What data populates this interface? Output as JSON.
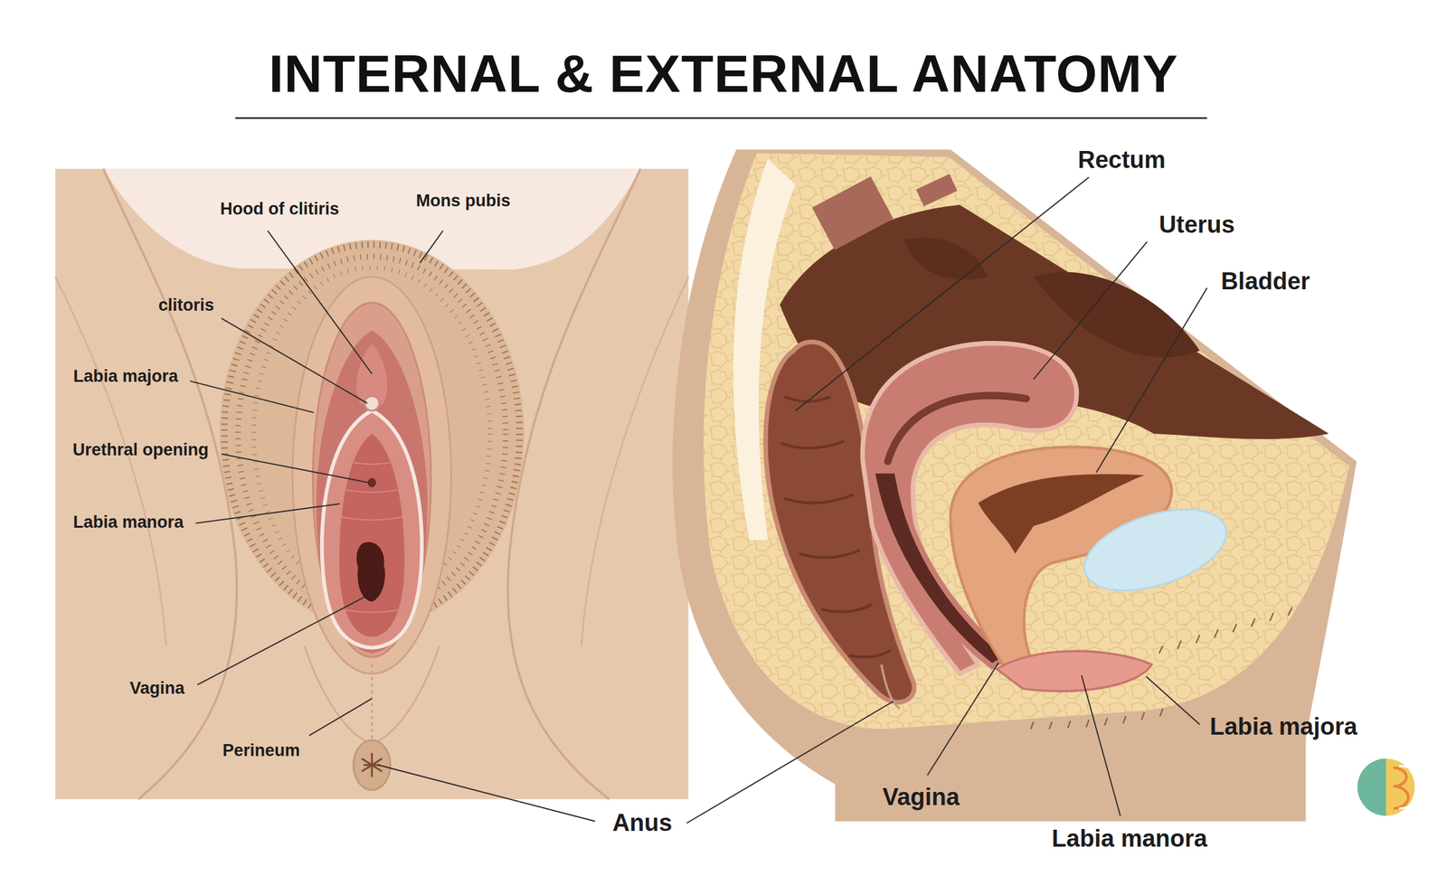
{
  "diagram": {
    "title": "INTERNAL & EXTERNAL ANATOMY",
    "labels": [
      "Hood of clitiris",
      "Mons pubis",
      "clitoris",
      "Labia majora",
      "Urethral opening",
      "Labia manora",
      "Vagina",
      "Perineum",
      "Anus",
      "Rectum",
      "Uterus",
      "Bladder",
      "Labia majora",
      "Vagina",
      "Labia manora"
    ]
  }
}
